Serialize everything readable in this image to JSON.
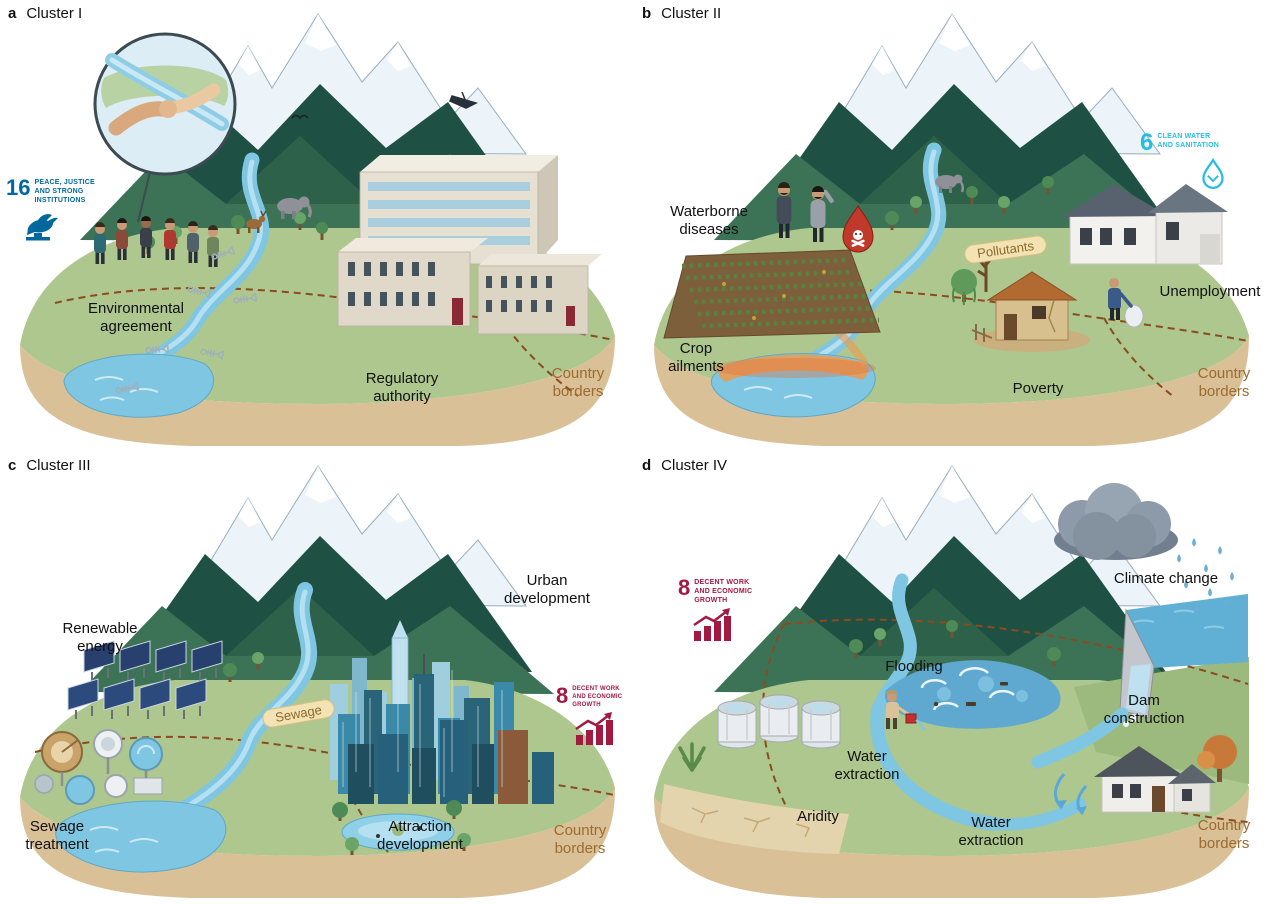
{
  "figure": {
    "type": "four-panel river basin illustration",
    "topic": "Cluster scenarios of transboundary river basins"
  },
  "colors": {
    "sdg16_blue": "#00689D",
    "sdg6_cyan": "#26BDE2",
    "sdg8_red": "#A21942",
    "country_border_text": "#9c6b2f",
    "banner_text": "#8a6a28"
  },
  "panels": [
    {
      "letter": "a",
      "title": "Cluster I",
      "sdg": {
        "number": "16",
        "caption": "PEACE, JUSTICE AND STRONG INSTITUTIONS",
        "color": "#00689D",
        "icon": "dove-and-gavel"
      },
      "labels": [
        {
          "id": "environmental-agreement",
          "text": "Environmental agreement"
        },
        {
          "id": "regulatory-authority",
          "text": "Regulatory authority"
        },
        {
          "id": "country-borders",
          "text": "Country borders"
        }
      ]
    },
    {
      "letter": "b",
      "title": "Cluster II",
      "sdg": {
        "number": "6",
        "caption": "CLEAN WATER AND SANITATION",
        "color": "#26BDE2",
        "icon": "water-drop"
      },
      "banner": {
        "text": "Pollutants"
      },
      "labels": [
        {
          "id": "waterborne-diseases",
          "text": "Waterborne diseases"
        },
        {
          "id": "crop-ailments",
          "text": "Crop ailments"
        },
        {
          "id": "poverty",
          "text": "Poverty"
        },
        {
          "id": "unemployment",
          "text": "Unemployment"
        },
        {
          "id": "country-borders",
          "text": "Country borders"
        }
      ]
    },
    {
      "letter": "c",
      "title": "Cluster III",
      "sdg": {
        "number": "8",
        "caption": "DECENT WORK AND ECONOMIC GROWTH",
        "color": "#A21942",
        "icon": "growth-chart"
      },
      "banner": {
        "text": "Sewage"
      },
      "labels": [
        {
          "id": "renewable-energy",
          "text": "Renewable energy"
        },
        {
          "id": "sewage-treatment",
          "text": "Sewage treatment"
        },
        {
          "id": "urban-development",
          "text": "Urban development"
        },
        {
          "id": "attraction-development",
          "text": "Attraction development"
        },
        {
          "id": "country-borders",
          "text": "Country borders"
        }
      ]
    },
    {
      "letter": "d",
      "title": "Cluster IV",
      "sdg": {
        "number": "8",
        "caption": "DECENT WORK AND ECONOMIC GROWTH",
        "color": "#A21942",
        "icon": "growth-chart"
      },
      "labels": [
        {
          "id": "flooding",
          "text": "Flooding"
        },
        {
          "id": "water-extraction-upstream",
          "text": "Water extraction"
        },
        {
          "id": "aridity",
          "text": "Aridity"
        },
        {
          "id": "water-extraction-downstream",
          "text": "Water extraction"
        },
        {
          "id": "dam-construction",
          "text": "Dam construction"
        },
        {
          "id": "climate-change",
          "text": "Climate change"
        },
        {
          "id": "country-borders",
          "text": "Country borders"
        }
      ]
    }
  ]
}
